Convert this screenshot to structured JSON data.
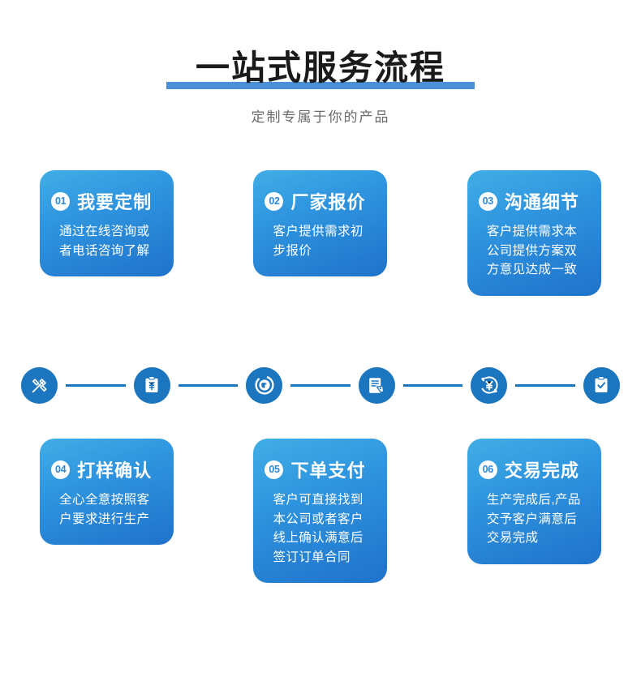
{
  "header": {
    "title": "一站式服务流程",
    "subtitle": "定制专属于你的产品",
    "underline_color": "#4a90d9",
    "title_color": "#1a1a1a",
    "subtitle_color": "#6b6b6b"
  },
  "theme": {
    "card_gradient_start": "#41aee6",
    "card_gradient_end": "#1f72cb",
    "icon_blue": "#1b76bf",
    "badge_text_color": "#2a8ada",
    "background": "#ffffff"
  },
  "steps": [
    {
      "number": "01",
      "title": "我要定制",
      "body": "通过在线咨询或者电话咨询了解"
    },
    {
      "number": "02",
      "title": "厂家报价",
      "body": "客户提供需求初步报价"
    },
    {
      "number": "03",
      "title": "沟通细节",
      "body": "客户提供需求本公司提供方案双方意见达成一致"
    },
    {
      "number": "04",
      "title": "打样确认",
      "body": "全心全意按照客户要求进行生产"
    },
    {
      "number": "05",
      "title": "下单支付",
      "body": "客户可直接找到本公司或者客户线上确认满意后签订订单合同"
    },
    {
      "number": "06",
      "title": "交易完成",
      "body": "生产完成后,产品交予客户满意后交易完成"
    }
  ],
  "process_icons": [
    {
      "name": "design-pencil-icon",
      "meaning": "定制设计"
    },
    {
      "name": "clipboard-yuan-icon",
      "meaning": "报价"
    },
    {
      "name": "headset-support-icon",
      "meaning": "沟通"
    },
    {
      "name": "document-tag-icon",
      "meaning": "打样确认"
    },
    {
      "name": "yuan-payment-icon",
      "meaning": "下单支付"
    },
    {
      "name": "clipboard-check-icon",
      "meaning": "交易完成"
    }
  ]
}
